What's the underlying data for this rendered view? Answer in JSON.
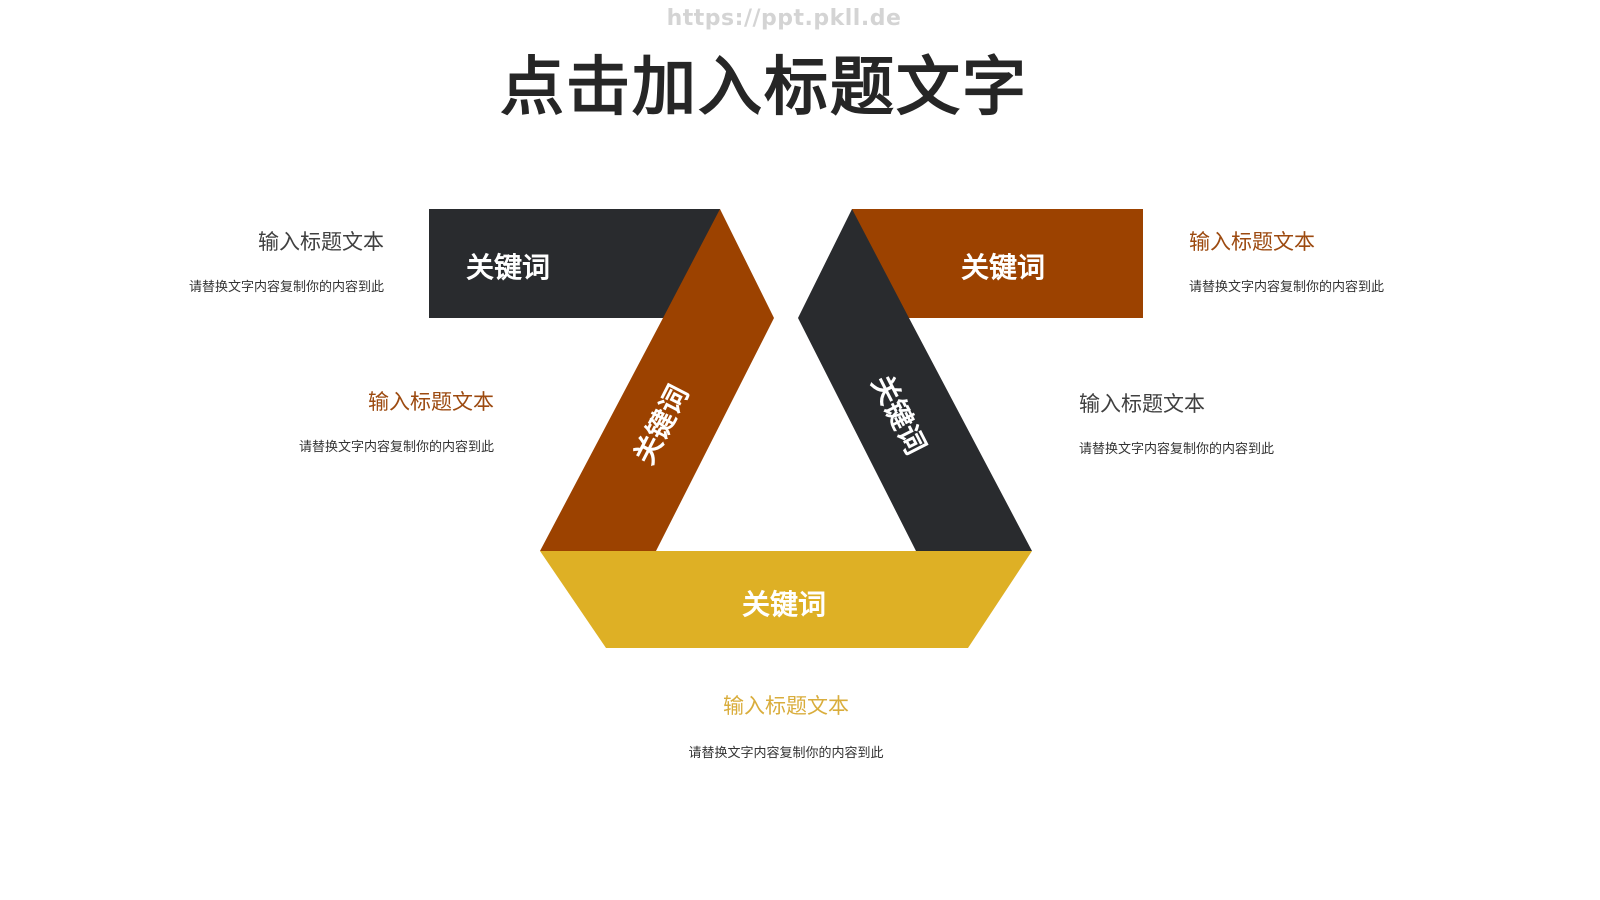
{
  "watermark": "https://ppt.pkll.de",
  "title": "点击加入标题文字",
  "colors": {
    "dark": "#292b2e",
    "rust": "#9c4200",
    "gold": "#deb025",
    "title_text": "#262626",
    "body_text": "#333333"
  },
  "diagram": {
    "segments": [
      {
        "id": "top-left",
        "keyword": "关键词",
        "color": "#292b2e"
      },
      {
        "id": "left-diagonal",
        "keyword": "关键词",
        "color": "#9c4200"
      },
      {
        "id": "right-diagonal",
        "keyword": "关键词",
        "color": "#292b2e"
      },
      {
        "id": "top-right",
        "keyword": "关键词",
        "color": "#9c4200"
      },
      {
        "id": "bottom",
        "keyword": "关键词",
        "color": "#deb025"
      }
    ]
  },
  "text_blocks": [
    {
      "id": "top-left",
      "heading": "输入标题文本",
      "heading_color": "#404040",
      "body": "请替换文字内容复制你的内容到此"
    },
    {
      "id": "mid-left",
      "heading": "输入标题文本",
      "heading_color": "#9c4a10",
      "body": "请替换文字内容复制你的内容到此"
    },
    {
      "id": "top-right",
      "heading": "输入标题文本",
      "heading_color": "#9c4a10",
      "body": "请替换文字内容复制你的内容到此"
    },
    {
      "id": "mid-right",
      "heading": "输入标题文本",
      "heading_color": "#404040",
      "body": "请替换文字内容复制你的内容到此"
    },
    {
      "id": "bottom",
      "heading": "输入标题文本",
      "heading_color": "#d9ad3c",
      "body": "请替换文字内容复制你的内容到此"
    }
  ]
}
